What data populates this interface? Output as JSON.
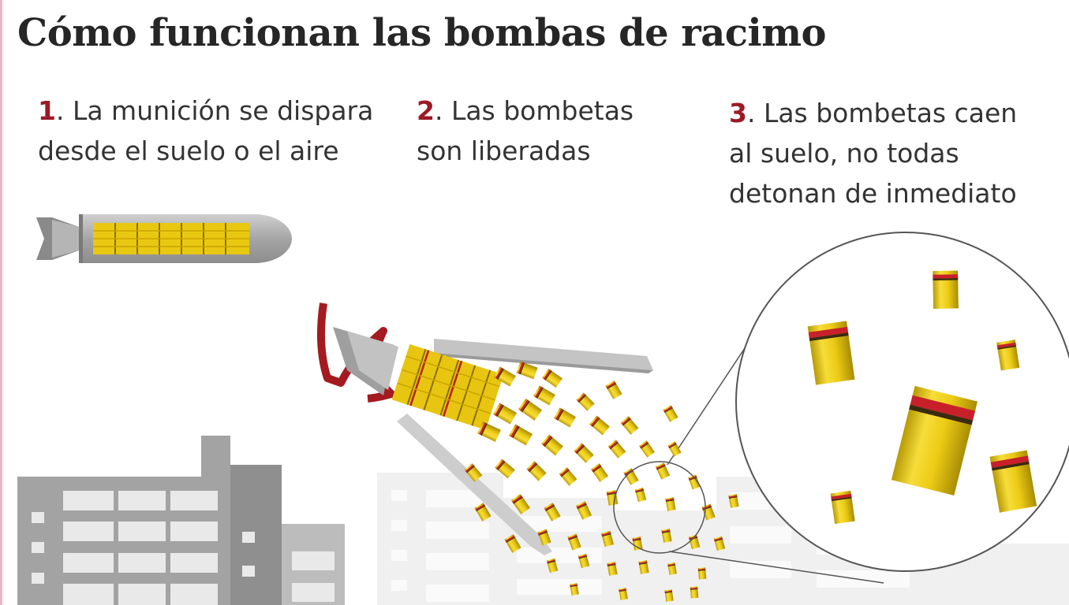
{
  "title": "Cómo funcionan las bombas de racimo",
  "steps": [
    {
      "number": "1",
      "line1": ". La munición se dispara",
      "line2": "desde el suelo o el aire"
    },
    {
      "number": "2",
      "line1": ". Las bombetas",
      "line2": "son liberadas"
    },
    {
      "number": "3",
      "line1": ". Las bombetas caen",
      "line2": "al suelo, no todas",
      "line3": "detonan de inmediato"
    }
  ],
  "colors": {
    "accent": "#9c1a25",
    "bomblet": "#f2d21b",
    "bomblet_band": "#c8202a",
    "casing": "#a9a9a9",
    "building": "#a3a3a3",
    "building_faint": "#efefef",
    "ribbon": "#a31b21"
  }
}
